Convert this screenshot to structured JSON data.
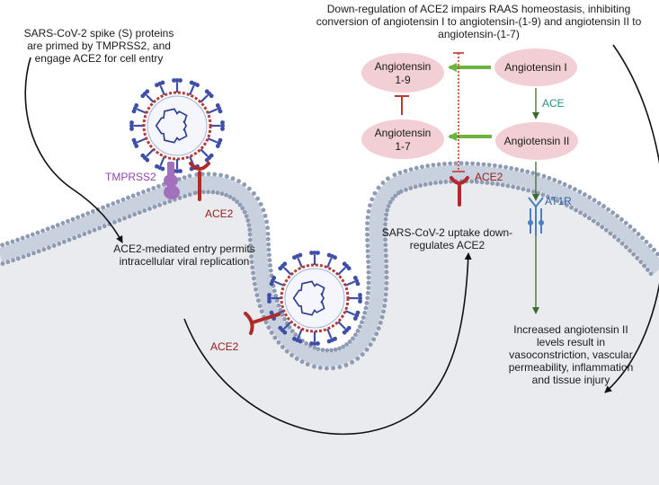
{
  "text": {
    "top_caption": "Down-regulation of ACE2 impairs RAAS homeostasis, inhibiting conversion of angiotensin I to angiotensin-(1-9) and angiotensin II to angiotensin-(1-7)",
    "spike_caption": "SARS-CoV-2 spike (S) proteins are primed by TMPRSS2, and engage ACE2 for cell entry",
    "entry_caption": "ACE2-mediated  entry permits intracellular viral replication",
    "uptake_caption": "SARS-CoV-2 uptake down-regulates ACE2",
    "outcome_caption": "Increased angiotensin II levels result in vasoconstriction, vascular permeability, inflammation and tissue injury"
  },
  "pills": {
    "ang_1_9": "Angiotensin 1-9",
    "ang_1": "Angiotensin I",
    "ang_1_7": "Angiotensin 1-7",
    "ang_2": "Angiotensin II"
  },
  "labels": {
    "ace": "ACE",
    "tmprss2": "TMPRSS2",
    "ace2_surface": "ACE2",
    "ace2_vesicle": "ACE2",
    "ace2_right": "ACE2",
    "at1r": "AT1R"
  },
  "colors": {
    "membrane_head": "#8f9bb3",
    "membrane_tail": "#c9d0de",
    "cytoplasm": "#e9ebee",
    "virus_spike": "#3f4fa8",
    "virus_core": "#2b3a8f",
    "virus_envelope": "#b33a3a",
    "ace2_receptor": "#b02a2a",
    "tmprss2": "#a470bd",
    "pill": "#f2cfd5",
    "green_arrow": "#6db33f",
    "dark_green": "#3d6b2e",
    "inhibit_red": "#c0392b",
    "at1r": "#4c7fc0"
  }
}
